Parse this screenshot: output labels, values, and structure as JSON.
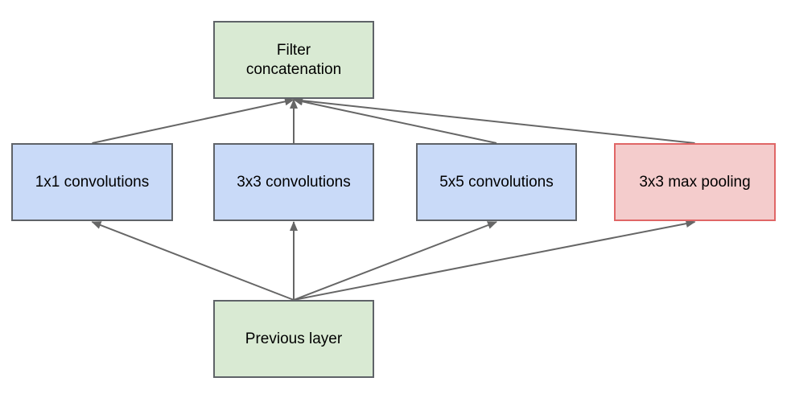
{
  "colors": {
    "green_fill": "#d9ead3",
    "blue_fill": "#c9daf8",
    "red_fill": "#f4cccc",
    "red_border": "#e06666",
    "border": "#5f6368",
    "arrow": "#666666"
  },
  "nodes": {
    "filter_concat": {
      "label": "Filter\nconcatenation",
      "fill": "green"
    },
    "conv_1x1": {
      "label": "1x1 convolutions",
      "fill": "blue"
    },
    "conv_3x3": {
      "label": "3x3 convolutions",
      "fill": "blue"
    },
    "conv_5x5": {
      "label": "5x5 convolutions",
      "fill": "blue"
    },
    "maxpool_3x3": {
      "label": "3x3 max pooling",
      "fill": "red"
    },
    "previous_layer": {
      "label": "Previous layer",
      "fill": "green"
    }
  },
  "edges": [
    {
      "from": "previous_layer",
      "to": "conv_1x1"
    },
    {
      "from": "previous_layer",
      "to": "conv_3x3"
    },
    {
      "from": "previous_layer",
      "to": "conv_5x5"
    },
    {
      "from": "previous_layer",
      "to": "maxpool_3x3"
    },
    {
      "from": "conv_1x1",
      "to": "filter_concat"
    },
    {
      "from": "conv_3x3",
      "to": "filter_concat"
    },
    {
      "from": "conv_5x5",
      "to": "filter_concat"
    },
    {
      "from": "maxpool_3x3",
      "to": "filter_concat"
    }
  ]
}
